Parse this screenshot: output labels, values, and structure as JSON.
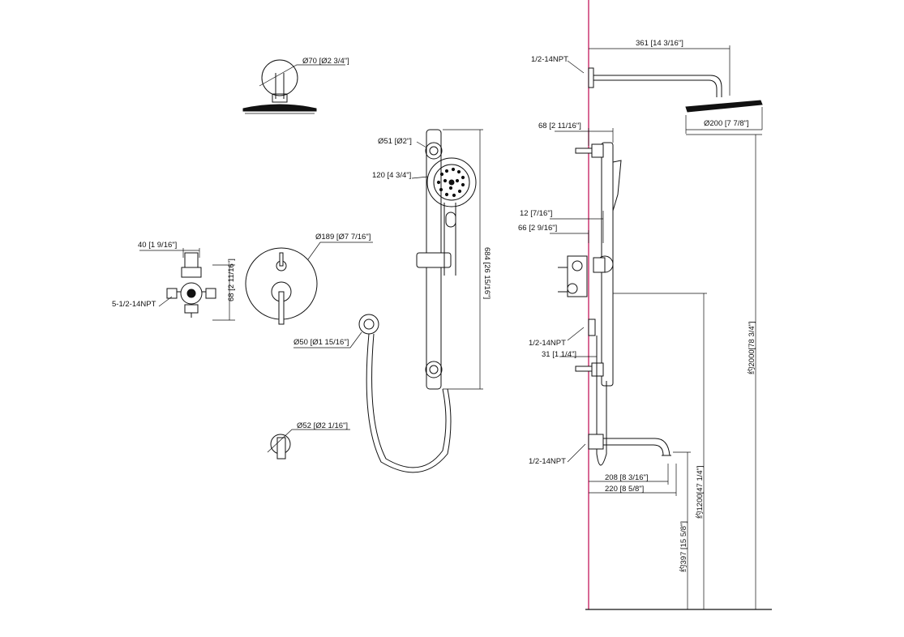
{
  "colors": {
    "line": "#111111",
    "wall_line": "#c2185b",
    "background": "#ffffff"
  },
  "labels": {
    "shower_arm_dia": "Ø70 [Ø2 3/4\"]",
    "handshower_mount_dia": "Ø51 [Ø2\"]",
    "handshower_head_size": "120 [4 3/4\"]",
    "valve_width": "40 [1 9/16\"]",
    "valve_height": "68 [2 11/16\"]",
    "valve_ports": "5-1/2-14NPT",
    "trim_plate_dia": "Ø189 [Ø7 7/16\"]",
    "slide_bar_height": "684 [26 15/16\"]",
    "elbow_dia": "Ø50 [Ø1 15/16\"]",
    "spout_flange_dia": "Ø52 [Ø2 1/16\"]",
    "arm_npt": "1/2-14NPT",
    "arm_reach": "361 [14 3/16\"]",
    "rain_head_dia": "Ø200 [7 7/8\"]",
    "bar_depth": "68 [2 11/16\"]",
    "wall_offset_12": "12 [7/16\"]",
    "valve_depth_66": "66 [2 9/16\"]",
    "elbow_npt": "1/2-14NPT",
    "elbow_depth": "31 [1 1/4\"]",
    "spout_npt": "1/2-14NPT",
    "spout_reach_208": "208 [8 3/16\"]",
    "spout_reach_220": "220 [8 5/8\"]",
    "total_height": "约2000[78 3/4\"]",
    "valve_height_floor": "约1200[47 1/4\"]",
    "spout_height_floor": "约397 [15 5/8\"]"
  }
}
